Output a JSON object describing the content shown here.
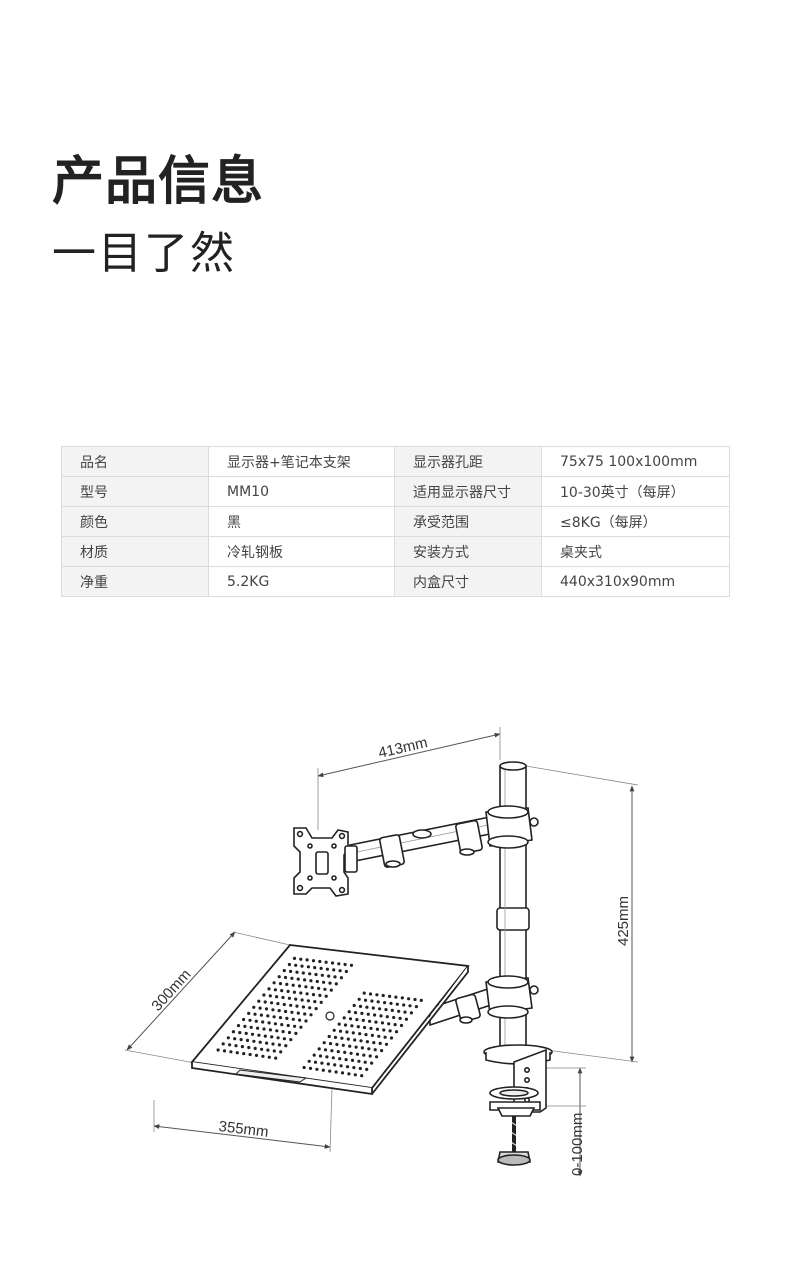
{
  "header": {
    "title": "产品信息",
    "subtitle": "一目了然"
  },
  "specs": [
    {
      "k1": "品名",
      "v1": "显示器+笔记本支架",
      "k2": "显示器孔距",
      "v2": "75x75  100x100mm"
    },
    {
      "k1": "型号",
      "v1": "MM10",
      "k2": "适用显示器尺寸",
      "v2": "10-30英寸（每屏）"
    },
    {
      "k1": "颜色",
      "v1": "黑",
      "k2": "承受范围",
      "v2": "≤8KG（每屏）"
    },
    {
      "k1": "材质",
      "v1": "冷轧钢板",
      "k2": "安装方式",
      "v2": "桌夹式"
    },
    {
      "k1": "净重",
      "v1": "5.2KG",
      "k2": "内盒尺寸",
      "v2": "440x310x90mm"
    }
  ],
  "dimensions": {
    "arm_length": "413mm",
    "pole_height": "425mm",
    "tray_depth": "300mm",
    "tray_width": "355mm",
    "clamp_range": "0-100mm"
  }
}
